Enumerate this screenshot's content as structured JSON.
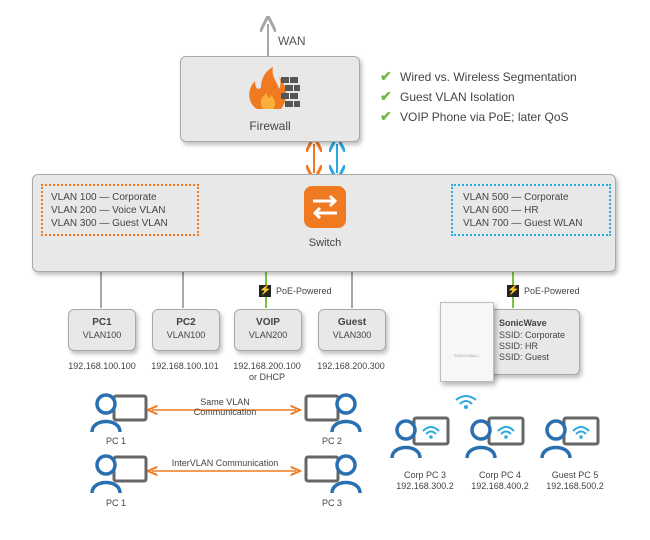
{
  "wan": {
    "label": "WAN"
  },
  "firewall": {
    "label": "Firewall"
  },
  "checklist": [
    {
      "text": "Wired vs. Wireless Segmentation"
    },
    {
      "text": "Guest VLAN Isolation"
    },
    {
      "text": "VOIP Phone via PoE; later QoS"
    }
  ],
  "switch": {
    "label": "Switch",
    "left_vlans": [
      "VLAN 100 — Corporate",
      "VLAN 200 — Voice VLAN",
      "VLAN 300 — Guest VLAN"
    ],
    "right_vlans": [
      "VLAN 500 — Corporate",
      "VLAN 600 — HR",
      "VLAN 700 — Guest WLAN"
    ]
  },
  "poe": {
    "voip_label": "PoE-Powered",
    "ap_label": "PoE-Powered"
  },
  "devices": [
    {
      "name": "PC1",
      "vlan": "VLAN100",
      "ip": "192.168.100.100",
      "ip2": ""
    },
    {
      "name": "PC2",
      "vlan": "VLAN100",
      "ip": "192.168.100.101",
      "ip2": ""
    },
    {
      "name": "VOIP",
      "vlan": "VLAN200",
      "ip": "192.168.200.100",
      "ip2": "or DHCP"
    },
    {
      "name": "Guest",
      "vlan": "VLAN300",
      "ip": "192.168.200.300",
      "ip2": ""
    }
  ],
  "access_point": {
    "name": "SonicWave",
    "ssids": [
      "SSID: Corporate",
      "SSID: HR",
      "SSID: Guest"
    ],
    "brand_text": "SONICWALL"
  },
  "communications": [
    {
      "label": "Same VLAN Communication",
      "left": "PC 1",
      "right": "PC 2"
    },
    {
      "label": "InterVLAN Communication",
      "left": "PC 1",
      "right": "PC 3"
    }
  ],
  "wireless_clients": [
    {
      "name": "Corp PC 3",
      "ip": "192.168.300.2"
    },
    {
      "name": "Corp PC 4",
      "ip": "192.168.400.2"
    },
    {
      "name": "Guest PC 5",
      "ip": "192.168.500.2"
    }
  ],
  "colors": {
    "orange": "#f07a22",
    "blue": "#2aa9e0",
    "green": "#7cc242",
    "gray_line": "#a7a7a7",
    "icon_blue": "#2a6fb0",
    "check_green": "#6fb844"
  }
}
